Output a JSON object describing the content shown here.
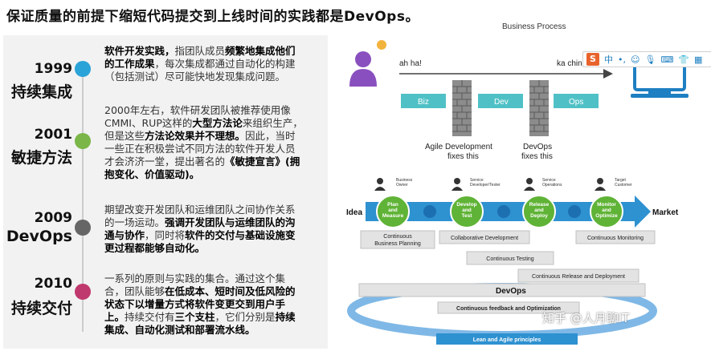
{
  "title": "保证质量的前提下缩短代码提交到上线时间的实践都是DevOps。",
  "timeline": [
    {
      "year": "1999",
      "name": "持续集成",
      "color": "#2aa3d8",
      "desc": [
        {
          "t": "软件开发实践，",
          "b": true
        },
        {
          "t": "指团队成员",
          "b": false
        },
        {
          "t": "频繁地集成他们的工作成果",
          "b": true
        },
        {
          "t": "，每次集成都通过自动化的构建（包括测试）尽可能快地发现集成问题。",
          "b": false
        }
      ]
    },
    {
      "year": "2001",
      "name": "敏捷方法",
      "color": "#7ab648",
      "desc": [
        {
          "t": "2000年左右，软件研发团队被推荐使用像CMMI、RUP这样的",
          "b": false
        },
        {
          "t": "大型方法论",
          "b": true
        },
        {
          "t": "来组织生产，但是这些",
          "b": false
        },
        {
          "t": "方法论效果并不理想。",
          "b": true
        },
        {
          "t": "因此，当时一些正在积极尝试不同方法的软件开发人员才会济济一堂，提出著名的",
          "b": false
        },
        {
          "t": "《敏捷宣言》(拥抱变化、价值驱动)。",
          "b": true
        }
      ]
    },
    {
      "year": "2009",
      "name": "DevOps",
      "color": "#666666",
      "desc": [
        {
          "t": "期望改变开发团队和运维团队之间协作关系的一场运动。",
          "b": false
        },
        {
          "t": "强调开发团队与运维团队的沟通与协作",
          "b": true
        },
        {
          "t": "，同时将",
          "b": false
        },
        {
          "t": "软件的交付与基础设施变更过程都能够自动化。",
          "b": true
        }
      ]
    },
    {
      "year": "2010",
      "name": "持续交付",
      "color": "#c0396e",
      "desc": [
        {
          "t": "一系列的原则与实践的集合。通过这个集合，团队能够",
          "b": false
        },
        {
          "t": "在低成本、短时间及低风险的状态下以增量方式将软件变更交到用户手上。",
          "b": true
        },
        {
          "t": "持续交付有",
          "b": false
        },
        {
          "t": "三个支柱",
          "b": true
        },
        {
          "t": "，它们分别是",
          "b": false
        },
        {
          "t": "持续集成、自动化测试和部署流水线。",
          "b": true
        }
      ]
    }
  ],
  "top_diagram": {
    "title": "Business Process",
    "left_text": "ah ha!",
    "right_text": "ka ching",
    "boxes": [
      "Biz",
      "Dev",
      "Ops"
    ],
    "walls": [
      "Agile Development\nfixes this",
      "DevOps\nfixes this"
    ]
  },
  "pipeline": {
    "start": "Idea",
    "end": "Market",
    "roles": [
      "Business\nOwner",
      "Service\nDeveloper/Tester",
      "Service\nOperations",
      "Target\nCustomer"
    ],
    "stages": [
      "Plan\nand\nMeasure",
      "Develop\nand\nTest",
      "Release\nand\nDeploy",
      "Monitor\nand\nOptimize"
    ],
    "practices": [
      "Continuous\nBusiness Planning",
      "Collaborative Development",
      "Continuous Monitoring",
      "Continuous Testing",
      "Continuous Release and Deployment"
    ],
    "loop_title": "DevOps",
    "loop_feedback": "Continuous feedback and Optimization",
    "loop_base": "Lean and Agile principles"
  },
  "watermark": "知乎 @人月聊IT",
  "toolbar": {
    "input_method": "S",
    "lang": "中"
  }
}
